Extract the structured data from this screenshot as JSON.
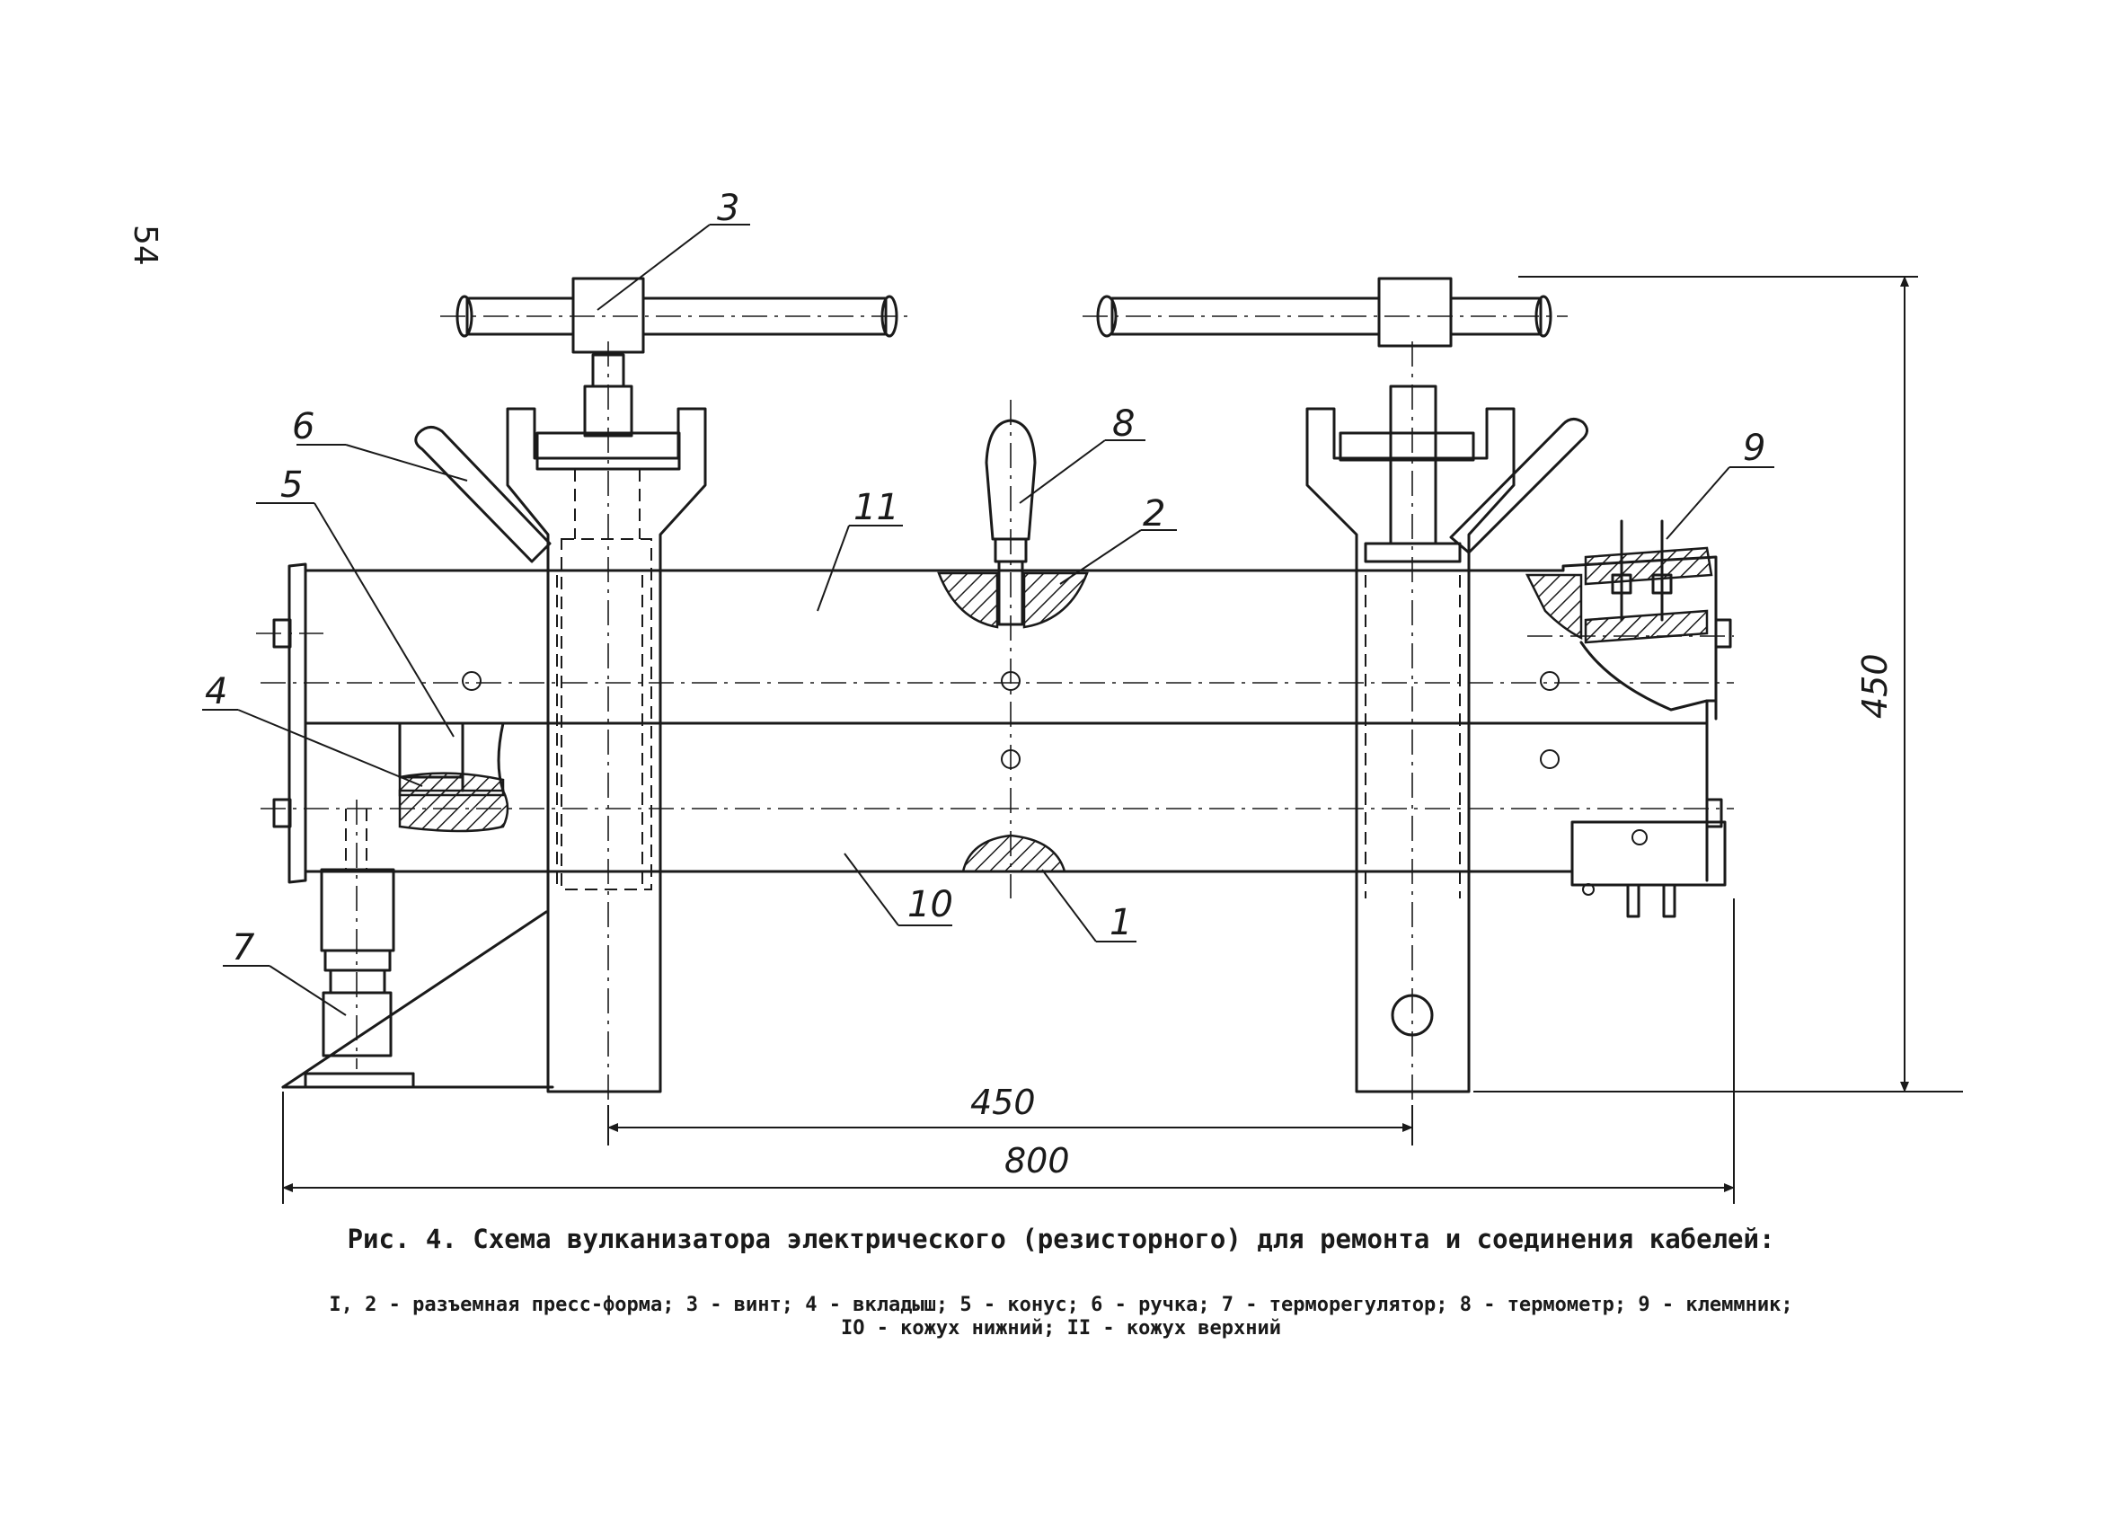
{
  "page_number": "54",
  "callouts": {
    "c1": "1",
    "c2": "2",
    "c3": "3",
    "c4": "4",
    "c5": "5",
    "c6": "6",
    "c7": "7",
    "c8": "8",
    "c9": "9",
    "c10": "10",
    "c11": "11"
  },
  "dimensions": {
    "between_posts": "450",
    "overall_length": "800",
    "overall_height": "450"
  },
  "caption": {
    "title": "Рис. 4. Схема вулканизатора электрического (резисторного) для ремонта и соединения кабелей:",
    "legend_line1": "I, 2 - разъемная пресс-форма; 3 - винт; 4 - вкладыш; 5 - конус; 6 - ручка; 7 - терморегулятор; 8 - термометр; 9 - клеммник;",
    "legend_line2": "IO - кожух нижний; II - кожух верхний"
  }
}
